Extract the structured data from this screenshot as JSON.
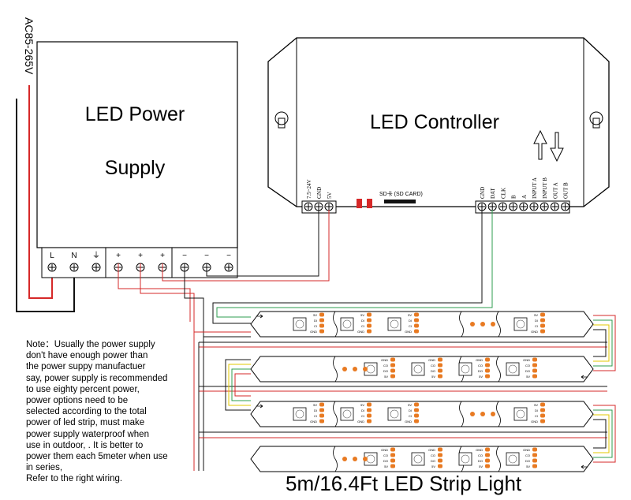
{
  "ac_input_label": "AC85-265V",
  "power_supply": {
    "title_line1": "LED Power",
    "title_line2": "Supply",
    "terminals": [
      "L",
      "N",
      "⏚",
      "+",
      "+",
      "+",
      "−",
      "−",
      "−"
    ]
  },
  "controller": {
    "title": "LED Controller",
    "power_terminals": [
      "7.5~24V",
      "GND",
      "5V"
    ],
    "sd_label": "SD卡 (SD CARD)",
    "signal_terminals": [
      "GND",
      "DAT",
      "CLK",
      "B",
      "A",
      "INPUT A",
      "INPUT B",
      "OUT A",
      "OUT B"
    ]
  },
  "strip_pads": [
    "5V",
    "DI",
    "CI",
    "GND"
  ],
  "strip_pads_rev": [
    "GND",
    "CO",
    "DO",
    "5V"
  ],
  "note_lines": [
    "Note：Usually the power supply",
    "don't have enough power than",
    "the power suppy manufactuer",
    "say, power supply is recommended",
    "to use eighty percent power,",
    "power options need to be",
    "selected according to the total",
    "power of led strip, must make",
    "power supply waterproof when",
    "use in outdoor, .  It is better to",
    "power them each 5meter when use",
    "in series,",
    "Refer to the right wiring."
  ],
  "caption": "5m/16.4Ft LED Strip Light",
  "colors": {
    "red_wire": "#d62828",
    "green_wire": "#2e9e4f",
    "yellow_wire": "#e3c800",
    "black_wire": "#111111",
    "pad_orange": "#e87a22"
  }
}
